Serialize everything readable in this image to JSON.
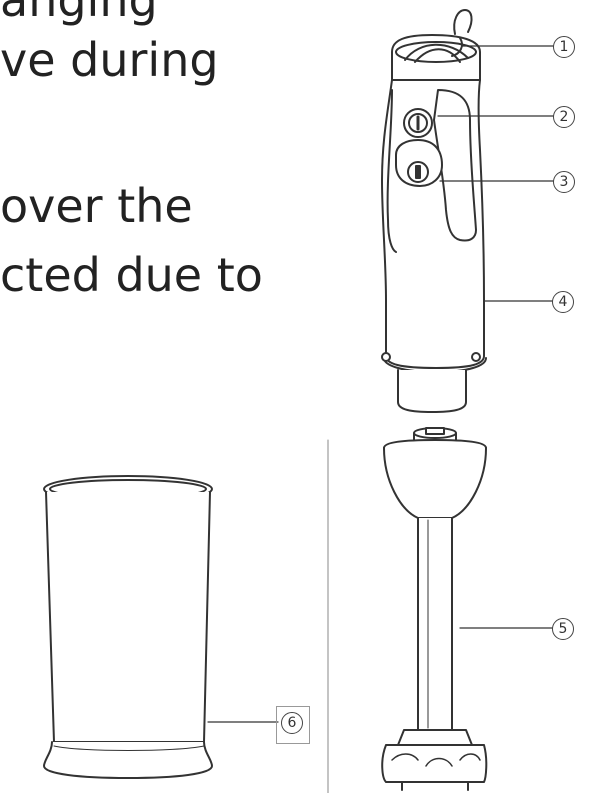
{
  "text_lines": [
    "ve during",
    "over the",
    "cted due to",
    "anging"
  ],
  "callouts": [
    "1",
    "2",
    "3",
    "4",
    "5",
    "6"
  ],
  "colors": {
    "text": "#222222",
    "line_art": "#333333",
    "background": "#ffffff"
  },
  "icons": [
    "hand-blender-motor-unit",
    "blending-shaft",
    "beaker-cup"
  ]
}
